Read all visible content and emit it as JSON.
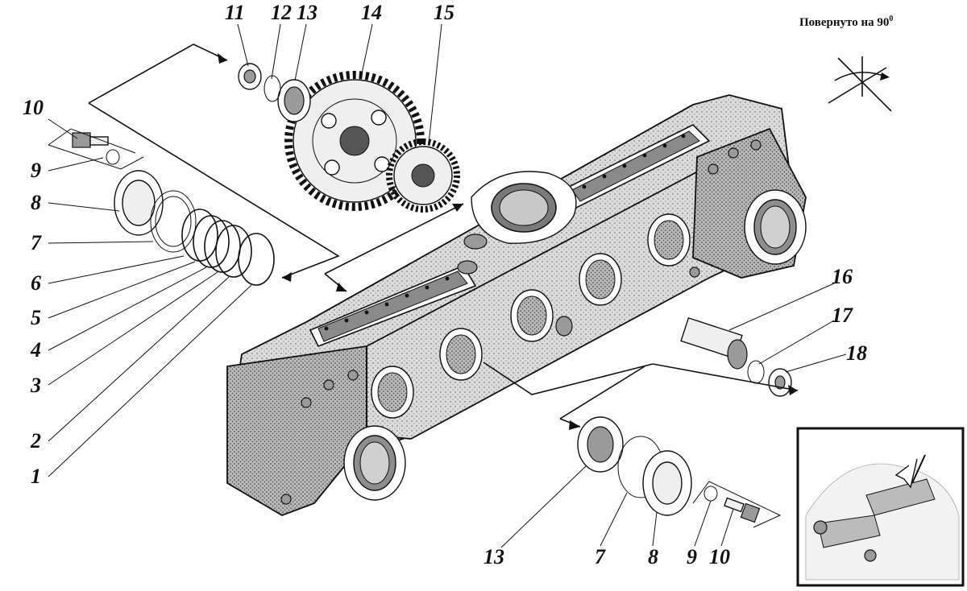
{
  "note": {
    "text": "Повернуто на 90",
    "superscript": "0"
  },
  "callouts": [
    {
      "label": "1"
    },
    {
      "label": "2"
    },
    {
      "label": "3"
    },
    {
      "label": "4"
    },
    {
      "label": "5"
    },
    {
      "label": "6"
    },
    {
      "label": "7"
    },
    {
      "label": "8"
    },
    {
      "label": "9"
    },
    {
      "label": "10"
    },
    {
      "label": "11"
    },
    {
      "label": "12"
    },
    {
      "label": "13"
    },
    {
      "label": "14"
    },
    {
      "label": "15"
    },
    {
      "label": "16"
    },
    {
      "label": "17"
    },
    {
      "label": "18"
    },
    {
      "label": "13"
    },
    {
      "label": "7"
    },
    {
      "label": "8"
    },
    {
      "label": "9"
    },
    {
      "label": "10"
    }
  ]
}
